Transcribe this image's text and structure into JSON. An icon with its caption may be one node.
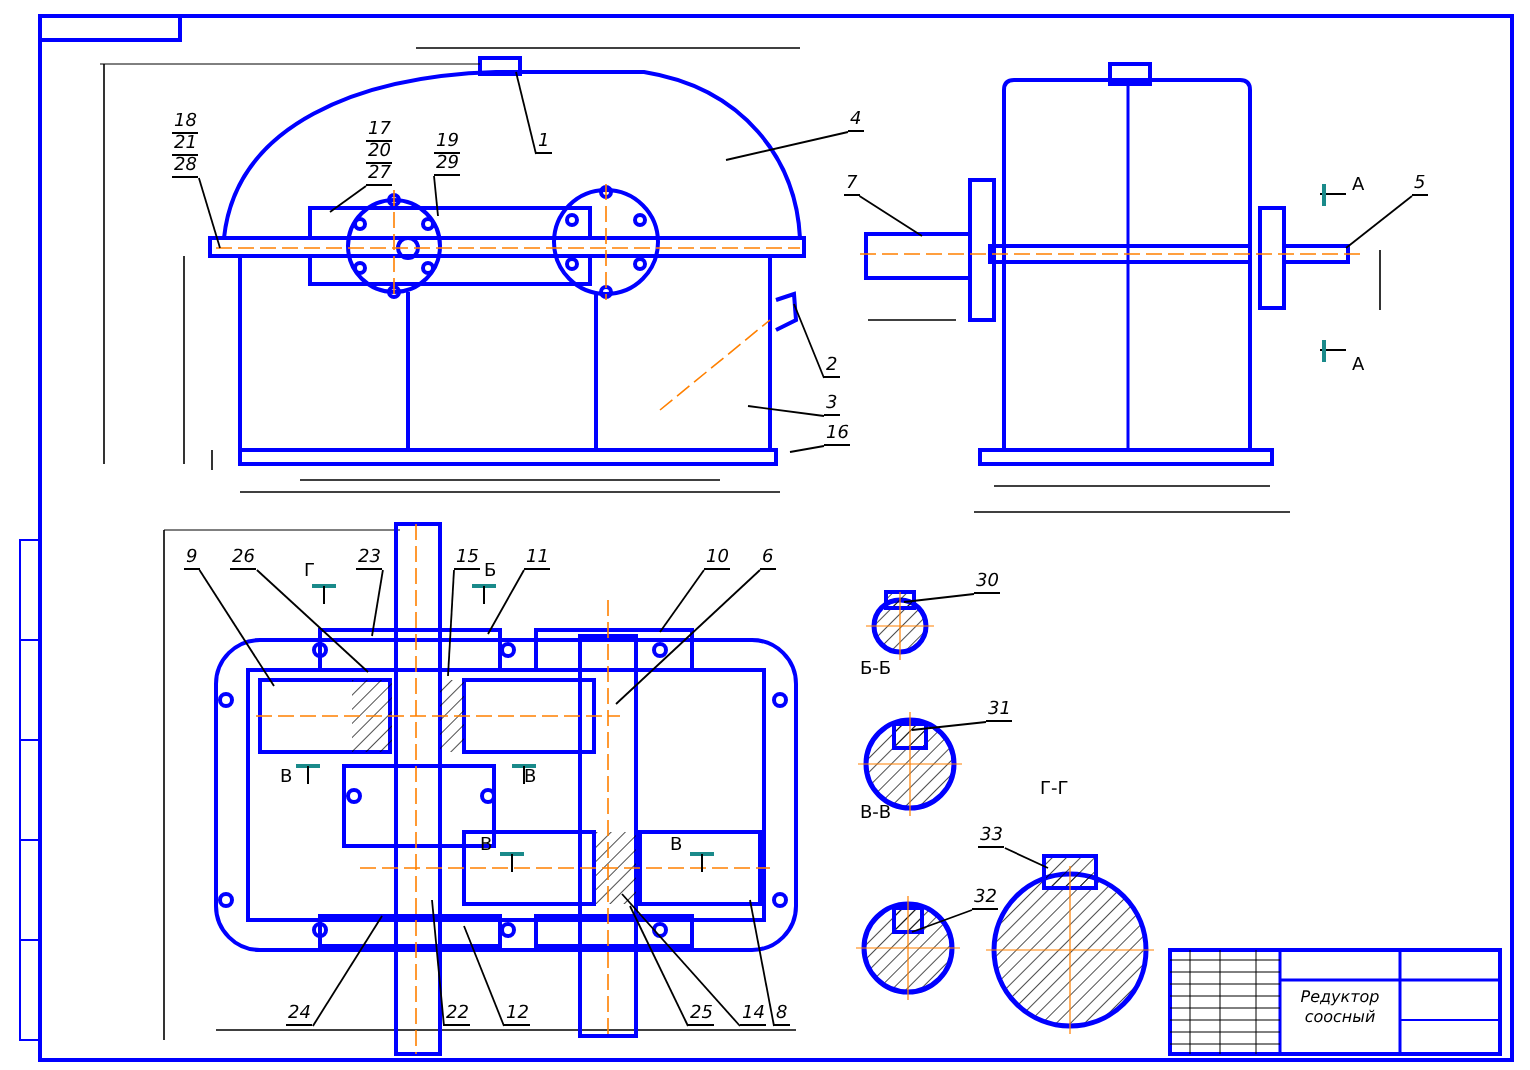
{
  "diagram": {
    "nodes": [
      {
        "text": [
          "18",
          "21",
          "28"
        ]
      },
      {
        "text": [
          "17",
          "20",
          "27"
        ]
      },
      {
        "text": [
          "19",
          "29"
        ]
      },
      {
        "text": [
          "1"
        ]
      },
      {
        "text": [
          "4"
        ]
      },
      {
        "text": [
          "2"
        ]
      },
      {
        "text": [
          "3"
        ]
      },
      {
        "text": [
          "16"
        ]
      },
      {
        "text": [
          "7"
        ]
      },
      {
        "text": [
          "5"
        ]
      },
      {
        "text": [
          "9"
        ]
      },
      {
        "text": [
          "26"
        ]
      },
      {
        "text": [
          "23"
        ]
      },
      {
        "text": [
          "15"
        ]
      },
      {
        "text": [
          "11"
        ]
      },
      {
        "text": [
          "10"
        ]
      },
      {
        "text": [
          "6"
        ]
      },
      {
        "text": [
          "24"
        ]
      },
      {
        "text": [
          "22"
        ]
      },
      {
        "text": [
          "12"
        ]
      },
      {
        "text": [
          "25"
        ]
      },
      {
        "text": [
          "14"
        ]
      },
      {
        "text": [
          "8"
        ]
      },
      {
        "text": [
          "30"
        ]
      },
      {
        "text": [
          "31"
        ]
      },
      {
        "text": [
          "33"
        ]
      },
      {
        "text": [
          "32"
        ]
      }
    ],
    "edges": [
      {
        "from": 0,
        "to": null,
        "arrow": "none"
      },
      {
        "from": 1,
        "to": null,
        "arrow": "none"
      },
      {
        "from": 2,
        "to": null,
        "arrow": "none"
      },
      {
        "from": 3,
        "to": null,
        "arrow": "none"
      },
      {
        "from": 4,
        "to": null,
        "arrow": "none"
      },
      {
        "from": 5,
        "to": null,
        "arrow": "none"
      },
      {
        "from": 6,
        "to": null,
        "arrow": "none"
      },
      {
        "from": 7,
        "to": null,
        "arrow": "none"
      },
      {
        "from": 8,
        "to": null,
        "arrow": "none"
      },
      {
        "from": 9,
        "to": null,
        "arrow": "none"
      },
      {
        "from": 10,
        "to": null,
        "arrow": "none"
      },
      {
        "from": 11,
        "to": null,
        "arrow": "none"
      },
      {
        "from": 12,
        "to": null,
        "arrow": "none"
      },
      {
        "from": 13,
        "to": null,
        "arrow": "none"
      },
      {
        "from": 14,
        "to": null,
        "arrow": "none"
      },
      {
        "from": 15,
        "to": null,
        "arrow": "none"
      },
      {
        "from": 16,
        "to": null,
        "arrow": "none"
      },
      {
        "from": 17,
        "to": null,
        "arrow": "none"
      },
      {
        "from": 18,
        "to": null,
        "arrow": "none"
      },
      {
        "from": 19,
        "to": null,
        "arrow": "none"
      },
      {
        "from": 20,
        "to": null,
        "arrow": "none"
      },
      {
        "from": 21,
        "to": null,
        "arrow": "none"
      },
      {
        "from": 22,
        "to": null,
        "arrow": "none"
      },
      {
        "from": 23,
        "to": null,
        "arrow": "none"
      },
      {
        "from": 24,
        "to": null,
        "arrow": "none"
      },
      {
        "from": 25,
        "to": null,
        "arrow": "none"
      },
      {
        "from": 26,
        "to": null,
        "arrow": "none"
      }
    ],
    "labels": [
      "А",
      "А",
      "Г",
      "Б",
      "В",
      "В",
      "В",
      "В",
      "Б-Б",
      "В-В",
      "Г-Г",
      "Редуктор соосный"
    ]
  }
}
